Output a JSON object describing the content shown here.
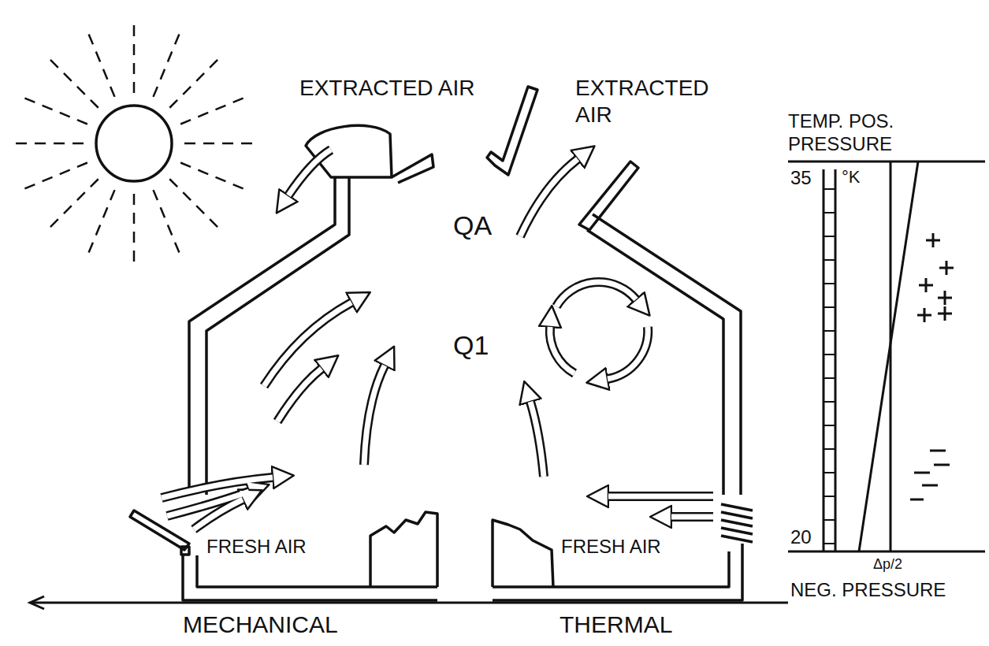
{
  "diagram": {
    "labels": [
      "EXTRACTED AIR",
      "EXTRACTED AIR",
      "QA",
      "Q1",
      "TEMP. POS. PRESSURE",
      "35",
      "°K",
      "FRESH AIR",
      "FRESH AIR",
      "20",
      "Δp/2",
      "NEG. PRESSURE",
      "MECHANICAL",
      "THERMAL"
    ]
  }
}
